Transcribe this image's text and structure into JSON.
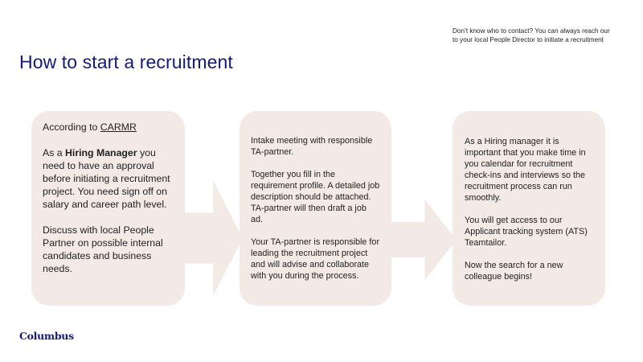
{
  "slide": {
    "title": "How to start a recruitment",
    "note": "Don’t know who to contact? You can always reach our to your local People Director to initiate a recruitment",
    "logo": "Columbus"
  },
  "cards": [
    {
      "according_prefix": "According to ",
      "according_link": "CARMR",
      "p1_prefix": "As a ",
      "p1_bold": "Hiring Manager",
      "p1_rest": " you need to have an approval before initiating a recruitment project. You need sign off on salary and career path level.",
      "p2": "Discuss with local People Partner on possible internal candidates and business needs."
    },
    {
      "p1": "Intake meeting with responsible TA-partner.",
      "p2": "Together you fill in the requirement profile. A detailed job description should be attached. TA-partner will then draft a job ad.",
      "p3": "Your TA-partner is responsible for leading the recruitment project and will advise and collaborate with you during the process."
    },
    {
      "p1": "As a Hiring manager it is important that you make time in you calendar for recruitment check-ins and interviews so the recruitment process can run smoothly.",
      "p2": "You will get access to our Applicant tracking system (ATS) Teamtailor.",
      "p3": "Now the search for a new colleague begins!"
    }
  ],
  "colors": {
    "title": "#14197a",
    "card_fill": "#f3eae6",
    "arrow_fill": "#f3eae6"
  }
}
